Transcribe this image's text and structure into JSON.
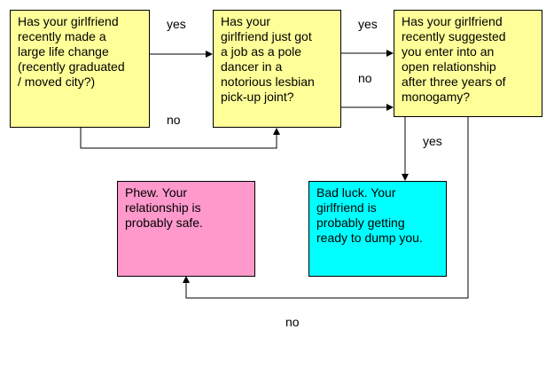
{
  "nodes": {
    "q1": "Has your girlfriend\nrecently made a\nlarge life change\n(recently graduated\n/ moved city?)",
    "q2": "Has your\ngirlfriend just got\na job as a pole\ndancer in a\nnotorious lesbian\npick-up joint?",
    "q3": "Has your girlfriend\nrecently suggested\nyou enter into an\nopen relationship\nafter three years of\nmonogamy?",
    "safe": "Phew. Your\nrelationship is\nprobably safe.",
    "dump": "Bad luck. Your\ngirlfriend is\nprobably getting\nready to dump you."
  },
  "edge_labels": {
    "q1_yes": "yes",
    "q1_no": "no",
    "q2_yes": "yes",
    "q2_no": "no",
    "q3_yes": "yes",
    "q3_no": "no"
  },
  "colors": {
    "question": "#ffff99",
    "safe": "#ff99cc",
    "dump": "#00ffff",
    "line": "#000000"
  }
}
